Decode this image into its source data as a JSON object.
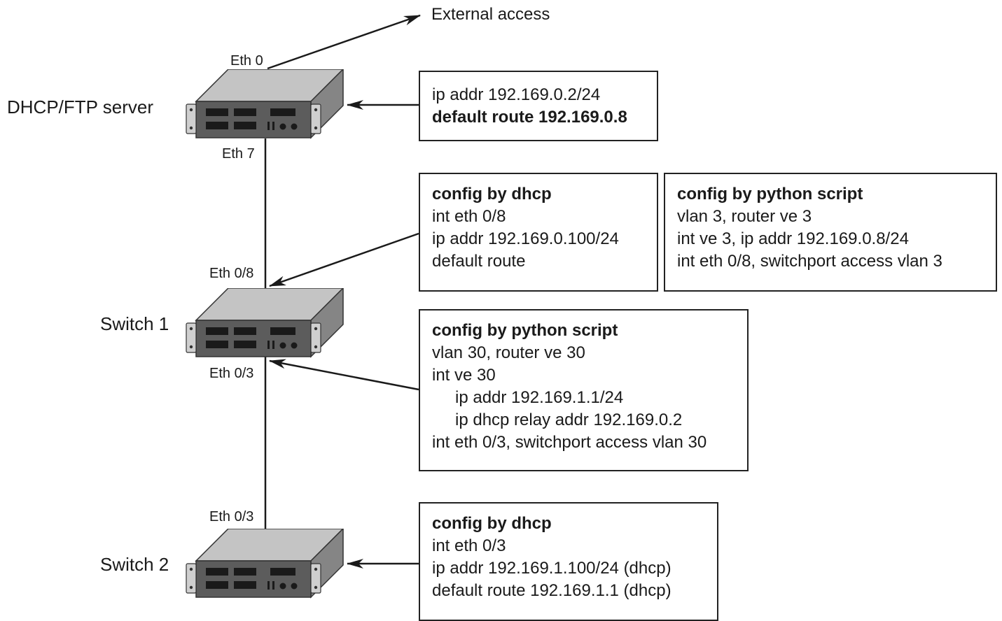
{
  "colors": {
    "line": "#1a1a1a",
    "device_top": "#c4c4c4",
    "device_side": "#858585",
    "device_front": "#5c5c5c",
    "port": "#1a1a1a",
    "bracket": "#cfcfcf"
  },
  "external": {
    "label": "External access"
  },
  "devices": {
    "server": {
      "label": "DHCP/FTP server",
      "icon": "server-device-icon",
      "port_top": "Eth 0",
      "port_bottom": "Eth 7"
    },
    "switch1": {
      "label": "Switch 1",
      "icon": "switch-device-icon",
      "port_top": "Eth 0/8",
      "port_bottom": "Eth 0/3"
    },
    "switch2": {
      "label": "Switch 2",
      "icon": "switch-device-icon",
      "port_top": "Eth 0/3"
    }
  },
  "boxes": {
    "server_config": {
      "lines": [
        {
          "text": "ip addr 192.169.0.2/24",
          "style": "normal"
        },
        {
          "text": "default route 192.169.0.8",
          "style": "bold"
        }
      ]
    },
    "switch1_dhcp": {
      "lines": [
        {
          "text": "config  by dhcp",
          "style": "bold"
        },
        {
          "text": "int eth 0/8",
          "style": "normal"
        },
        {
          "text": "ip addr 192.169.0.100/24",
          "style": "normal"
        },
        {
          "text": "default route",
          "style": "normal"
        }
      ]
    },
    "switch1_python": {
      "lines": [
        {
          "text": "config by python script",
          "style": "bold"
        },
        {
          "text": "vlan 3, router ve 3",
          "style": "normal"
        },
        {
          "text": "int ve 3, ip addr 192.169.0.8/24",
          "style": "normal"
        },
        {
          "text": "int eth 0/8, switchport access vlan 3",
          "style": "normal"
        }
      ]
    },
    "switch1_python2": {
      "lines": [
        {
          "text": "config by python script",
          "style": "bold"
        },
        {
          "text": "vlan 30, router ve 30",
          "style": "normal"
        },
        {
          "text": "int ve 30",
          "style": "normal"
        },
        {
          "text": "ip addr 192.169.1.1/24",
          "style": "indent"
        },
        {
          "text": "ip dhcp relay addr 192.169.0.2",
          "style": "indent"
        },
        {
          "text": "int eth 0/3, switchport access vlan 30",
          "style": "normal"
        }
      ]
    },
    "switch2_dhcp": {
      "lines": [
        {
          "text": "config  by dhcp",
          "style": "bold"
        },
        {
          "text": "int eth 0/3",
          "style": "normal"
        },
        {
          "text": "ip addr 192.169.1.100/24 (dhcp)",
          "style": "normal"
        },
        {
          "text": "default route 192.169.1.1 (dhcp)",
          "style": "normal"
        }
      ]
    }
  }
}
